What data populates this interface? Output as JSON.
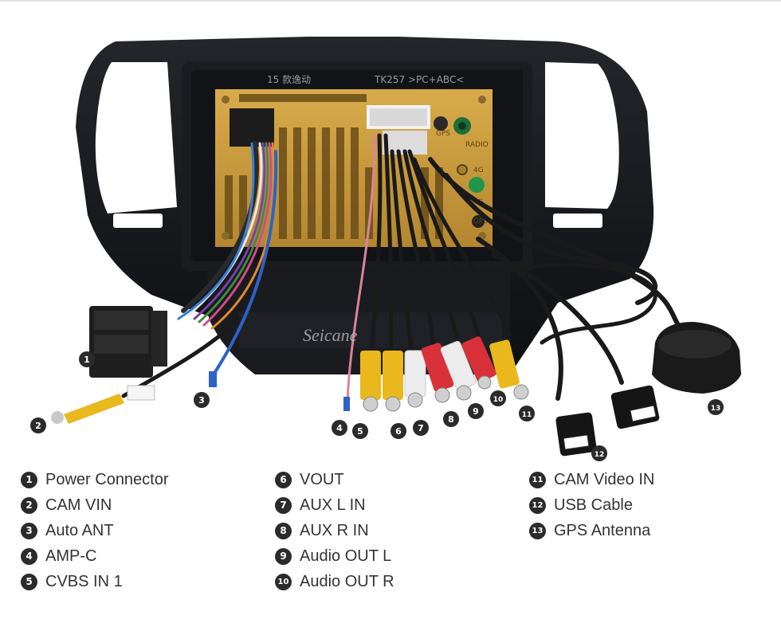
{
  "panel": {
    "model_text": "15 款逸动",
    "part_code": "TK257",
    "connector_text": ">PC+ABC<",
    "port_labels": [
      "GPS",
      "RADIO",
      "4G",
      "4G",
      "GPS"
    ],
    "watermark": "Seicane"
  },
  "callouts": [
    "1",
    "2",
    "3",
    "4",
    "5",
    "6",
    "7",
    "8",
    "9",
    "10",
    "11",
    "12",
    "13"
  ],
  "legend": {
    "columns": [
      {
        "items": [
          {
            "num": "1",
            "label": "Power Connector"
          },
          {
            "num": "2",
            "label": "CAM VIN"
          },
          {
            "num": "3",
            "label": "Auto ANT"
          },
          {
            "num": "4",
            "label": "AMP-C"
          },
          {
            "num": "5",
            "label": "CVBS IN 1"
          }
        ]
      },
      {
        "items": [
          {
            "num": "6",
            "label": "VOUT"
          },
          {
            "num": "7",
            "label": "AUX L IN"
          },
          {
            "num": "8",
            "label": "AUX R IN"
          },
          {
            "num": "9",
            "label": "Audio OUT L"
          },
          {
            "num": "10",
            "label": "Audio OUT R"
          }
        ]
      },
      {
        "items": [
          {
            "num": "11",
            "label": "CAM Video IN"
          },
          {
            "num": "12",
            "label": "USB Cable"
          },
          {
            "num": "13",
            "label": "GPS Antenna"
          }
        ]
      }
    ]
  },
  "colors": {
    "frame": "#141518",
    "chassis": "#c69a3c",
    "rca_yellow": "#e9b81c",
    "rca_red": "#d8313a",
    "rca_white": "#ececec",
    "badge": "#2b2b2b"
  }
}
